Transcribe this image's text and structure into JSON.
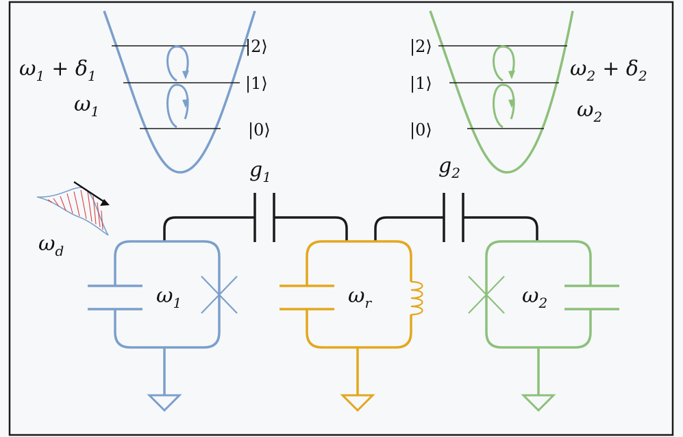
{
  "colors": {
    "qubit1": "#7b9fcb",
    "resonator": "#e3a71c",
    "qubit2": "#8cc07a",
    "wire": "#1a1a1a",
    "pulse": "#d84040"
  },
  "qubit1": {
    "freq": "ω",
    "freq_sub": "1",
    "upper_freq": "ω",
    "upper_freq_sub": "1",
    "upper_plus": "+ δ",
    "upper_delta_sub": "1",
    "levels": [
      "|2⟩",
      "|1⟩",
      "|0⟩"
    ]
  },
  "qubit2": {
    "freq": "ω",
    "freq_sub": "2",
    "upper_freq": "ω",
    "upper_freq_sub": "2",
    "upper_plus": "+ δ",
    "upper_delta_sub": "2",
    "levels": [
      "|2⟩",
      "|1⟩",
      "|0⟩"
    ]
  },
  "resonator": {
    "freq": "ω",
    "freq_sub": "r"
  },
  "couplings": [
    {
      "symbol": "g",
      "sub": "1"
    },
    {
      "symbol": "g",
      "sub": "2"
    }
  ],
  "drive": {
    "symbol": "ω",
    "sub": "d"
  }
}
